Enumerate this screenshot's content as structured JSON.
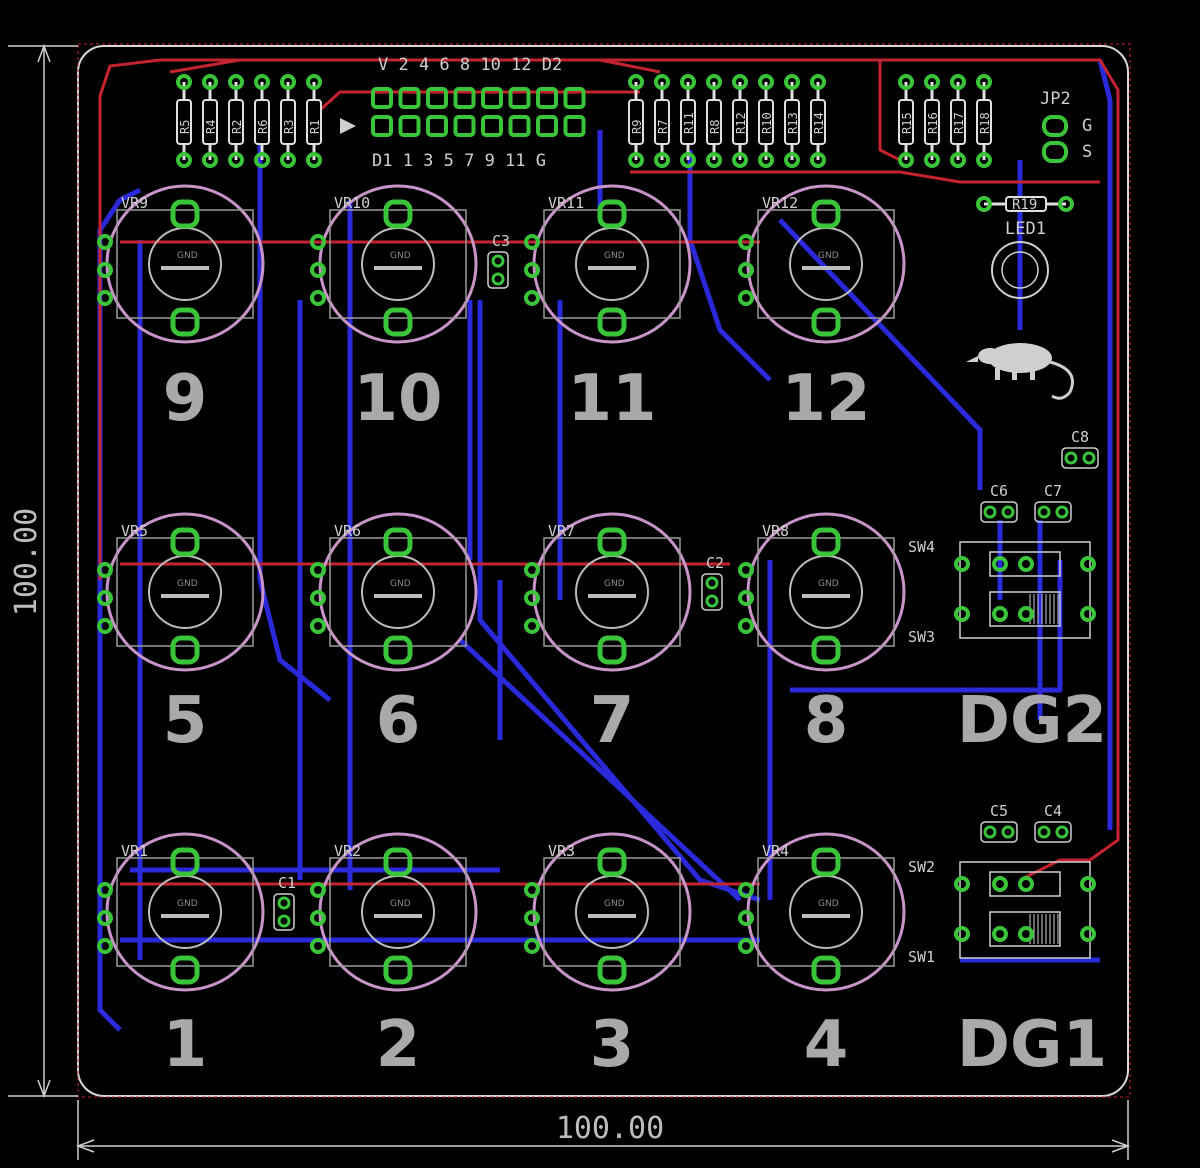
{
  "colors": {
    "background": "#000000",
    "outline": "#d8d8d8",
    "bottom_copper": "#2a2adb",
    "top_copper": "#c4242f",
    "pad": "#3ac43a",
    "pot_ring": "#c995c9",
    "silkscreen": "#cfcfcf",
    "label": "#a9a9a9"
  },
  "dimensions": {
    "vertical": "100.00",
    "horizontal": "100.00"
  },
  "header": {
    "top_labels": "V 2 4 6 8 10 12 D2",
    "bottom_labels": "D1 1 3 5 7 9 11 G"
  },
  "resistors_left": [
    "R5",
    "R4",
    "R2",
    "R6",
    "R3",
    "R1"
  ],
  "resistors_mid": [
    "R9",
    "R7",
    "R11",
    "R8",
    "R12",
    "R10",
    "R13",
    "R14"
  ],
  "resistors_right": [
    "R15",
    "R16",
    "R17",
    "R18"
  ],
  "resistor_led": "R19",
  "jumper": {
    "name": "JP2",
    "pin_g": "G",
    "pin_s": "S"
  },
  "led": "LED1",
  "net_label": "GND",
  "pots": [
    {
      "ref": "VR9",
      "label": "9"
    },
    {
      "ref": "VR10",
      "label": "10"
    },
    {
      "ref": "VR11",
      "label": "11"
    },
    {
      "ref": "VR12",
      "label": "12"
    },
    {
      "ref": "VR5",
      "label": "5"
    },
    {
      "ref": "VR6",
      "label": "6"
    },
    {
      "ref": "VR7",
      "label": "7"
    },
    {
      "ref": "VR8",
      "label": "8"
    },
    {
      "ref": "VR1",
      "label": "1"
    },
    {
      "ref": "VR2",
      "label": "2"
    },
    {
      "ref": "VR3",
      "label": "3"
    },
    {
      "ref": "VR4",
      "label": "4"
    }
  ],
  "capacitors": [
    "C1",
    "C2",
    "C3",
    "C4",
    "C5",
    "C6",
    "C7",
    "C8"
  ],
  "switches": [
    "SW1",
    "SW2",
    "SW3",
    "SW4"
  ],
  "groups": [
    "DG1",
    "DG2"
  ]
}
